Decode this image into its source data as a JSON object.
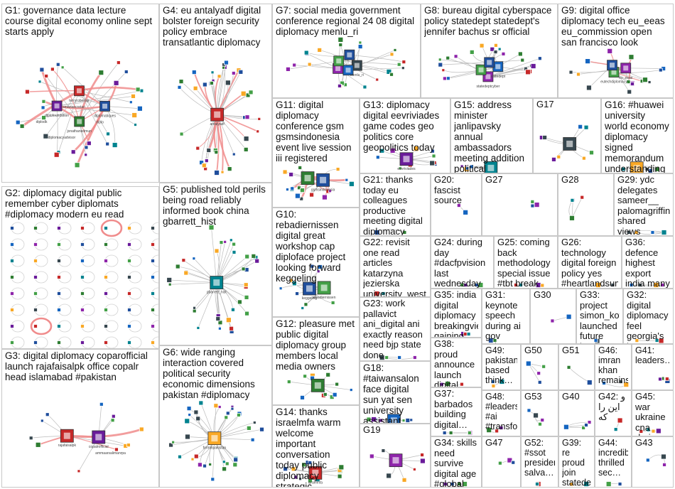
{
  "image": {
    "caption": ""
  },
  "groups": [
    {
      "id": "G1",
      "label": "G1: governance data lecture course digital economy online sept starts apply",
      "node_labels": [
        "diplomatiques",
        "jonathanedmun",
        "diplofoundation",
        "terryrobertsjr",
        "diplo",
        "diplomacyadvisor",
        "diplodk",
        "smartsecretari"
      ]
    },
    {
      "id": "G2",
      "label": "G2: diplomacy digital public remember cyber diplomats #diplomacy modern eu read",
      "node_labels": []
    },
    {
      "id": "G3",
      "label": "G3: digital diplomacy coparofficial launch rajafaisalpk office copalr head islamabad #pakistan",
      "node_labels": [
        "copalrofficial",
        "rajafaisalpk",
        "ammaarsalimanrpa"
      ]
    },
    {
      "id": "G4",
      "label": "G4: eu antalyadf digital bolster foreign security policy embrace transatlantic diplomacy",
      "node_labels": [
        "antalyadf"
      ]
    },
    {
      "id": "G5",
      "label": "G5: published told perils being road reliably informed book china gbarrett_hist",
      "node_labels": [
        "gbarrett_hist"
      ]
    },
    {
      "id": "G6",
      "label": "G6: wide ranging interaction covered political security economic dimensions pakistan #diplomacy",
      "node_labels": [
        "forminpakistan"
      ]
    },
    {
      "id": "G7",
      "label": "G7: social media government conference regional 24 08 digital diplomacy menlu_ri",
      "node_labels": [
        "menlu_ri"
      ]
    },
    {
      "id": "G8",
      "label": "G8: bureau digital cyberspace policy statedept statedept's jennifer bachus sr official",
      "node_labels": [
        "statedept",
        "statedeptcyber"
      ]
    },
    {
      "id": "G9",
      "label": "G9: digital office diplomacy tech eu_eeas eu_commission open san francisco look",
      "node_labels": [
        "eu_eeas",
        "eutechdiplomacy"
      ]
    },
    {
      "id": "G10",
      "label": "G10: rebadiernissen digital great workshop cap diploface project looking forward keggeling",
      "node_labels": [
        "rebadiernissen",
        "keggeling"
      ]
    },
    {
      "id": "G11",
      "label": "G11: digital diplomacy conference gsm gsmsindonesia event live session iii registered",
      "node_labels": [
        "gsmsindonesia"
      ]
    },
    {
      "id": "G12",
      "label": "G12: pleasure met public digital diplomacy group members local media owners",
      "node_labels": []
    },
    {
      "id": "G13",
      "label": "G13: diplomacy digital eevriviades game codes geo politics core geopolitics today",
      "node_labels": [
        "eevriviades"
      ]
    },
    {
      "id": "G14",
      "label": "G14: thanks israelmfa warm welcome important conversation today public diplomacy strategic",
      "node_labels": [
        "israelmfa"
      ]
    },
    {
      "id": "G15",
      "label": "G15: address minister janlipavsky annual ambassadors meeting addition political guidelines sketched",
      "node_labels": []
    },
    {
      "id": "G16",
      "label": "G16: #huawei university world economy diplomacy signed memorandum understanding cooperate…",
      "node_labels": []
    },
    {
      "id": "G17",
      "label": "G17",
      "node_labels": []
    },
    {
      "id": "G18",
      "label": "G18: #taiwansalon face digital sun yat sen university assistant professor dr",
      "node_labels": []
    },
    {
      "id": "G19",
      "label": "G19",
      "node_labels": []
    },
    {
      "id": "G20",
      "label": "G20: fascist source",
      "node_labels": []
    },
    {
      "id": "G21",
      "label": "G21: thanks today eu colleagues productive meeting digital diplomacy strategic…",
      "node_labels": []
    },
    {
      "id": "G22",
      "label": "G22: revisit one read articles katarzyna jezierska university_west critically…",
      "node_labels": []
    },
    {
      "id": "G23",
      "label": "G23: work pallavict ani_digital ani exactly reason need bjp state done",
      "node_labels": []
    },
    {
      "id": "G24",
      "label": "G24: during day #dacfpvision last wednesday ricedelman sat down former…",
      "node_labels": []
    },
    {
      "id": "G25",
      "label": "G25: coming back methodology special issue #tbt break drs…",
      "node_labels": []
    },
    {
      "id": "G26",
      "label": "G26: technology digital foreign policy yes #heartlandsum… explore means…",
      "node_labels": []
    },
    {
      "id": "G27",
      "label": "G27",
      "node_labels": []
    },
    {
      "id": "G28",
      "label": "G28",
      "node_labels": []
    },
    {
      "id": "G29",
      "label": "G29: ydc delegates sameer__ palomagriffin shared views future…",
      "node_labels": []
    },
    {
      "id": "G30",
      "label": "G30",
      "node_labels": []
    },
    {
      "id": "G31",
      "label": "G31: keynote speech during ai gov cyber…",
      "node_labels": []
    },
    {
      "id": "G32",
      "label": "G32: digital diplomacy feel georgia's japan…",
      "node_labels": []
    },
    {
      "id": "G33",
      "label": "G33: project simon_kofe launched future last year seeks…",
      "node_labels": []
    },
    {
      "id": "G34",
      "label": "G34: skills need survive digital age #global #black…",
      "node_labels": []
    },
    {
      "id": "G35",
      "label": "G35: india digital diplomacy breakingvie… gaining…",
      "node_labels": []
    },
    {
      "id": "G36",
      "label": "G36: defence highest export india many",
      "node_labels": []
    },
    {
      "id": "G37",
      "label": "G37: barbados building digital…",
      "node_labels": []
    },
    {
      "id": "G38",
      "label": "G38: proud announce launch digital diplomacy building…",
      "node_labels": []
    },
    {
      "id": "G39",
      "label": "G39: re proud join statede…",
      "node_labels": []
    },
    {
      "id": "G40",
      "label": "G40",
      "node_labels": []
    },
    {
      "id": "G41",
      "label": "G41: leaders…",
      "node_labels": []
    },
    {
      "id": "G42",
      "label": "G42: و این را که",
      "node_labels": []
    },
    {
      "id": "G43",
      "label": "G43",
      "node_labels": []
    },
    {
      "id": "G44",
      "label": "G44: incredibly thrilled sec…",
      "node_labels": []
    },
    {
      "id": "G45",
      "label": "G45: war ukraine cna during",
      "node_labels": []
    },
    {
      "id": "G46",
      "label": "G46: imran khan remains…",
      "node_labels": []
    },
    {
      "id": "G47",
      "label": "G47",
      "node_labels": []
    },
    {
      "id": "G48",
      "label": "G48: #leaders #ai #transfo…",
      "node_labels": []
    },
    {
      "id": "G49",
      "label": "G49: pakistan based think…",
      "node_labels": []
    },
    {
      "id": "G50",
      "label": "G50",
      "node_labels": []
    },
    {
      "id": "G51",
      "label": "G51",
      "node_labels": []
    },
    {
      "id": "G52",
      "label": "G52: #ssot president salva…",
      "node_labels": []
    },
    {
      "id": "G53",
      "label": "G53",
      "node_labels": []
    }
  ],
  "colors": {
    "border": "#c8c8c8",
    "edge_gray": "#b4b4b4",
    "edge_red": "#f08c8c",
    "node_fill": "#ffffff",
    "text": "#111111",
    "marker_palette": [
      "#1f4e9c",
      "#2e7d32",
      "#6a1b9a",
      "#c62828",
      "#00838f",
      "#f9a825",
      "#37474f",
      "#1565c0",
      "#8e24aa",
      "#43a047"
    ]
  }
}
